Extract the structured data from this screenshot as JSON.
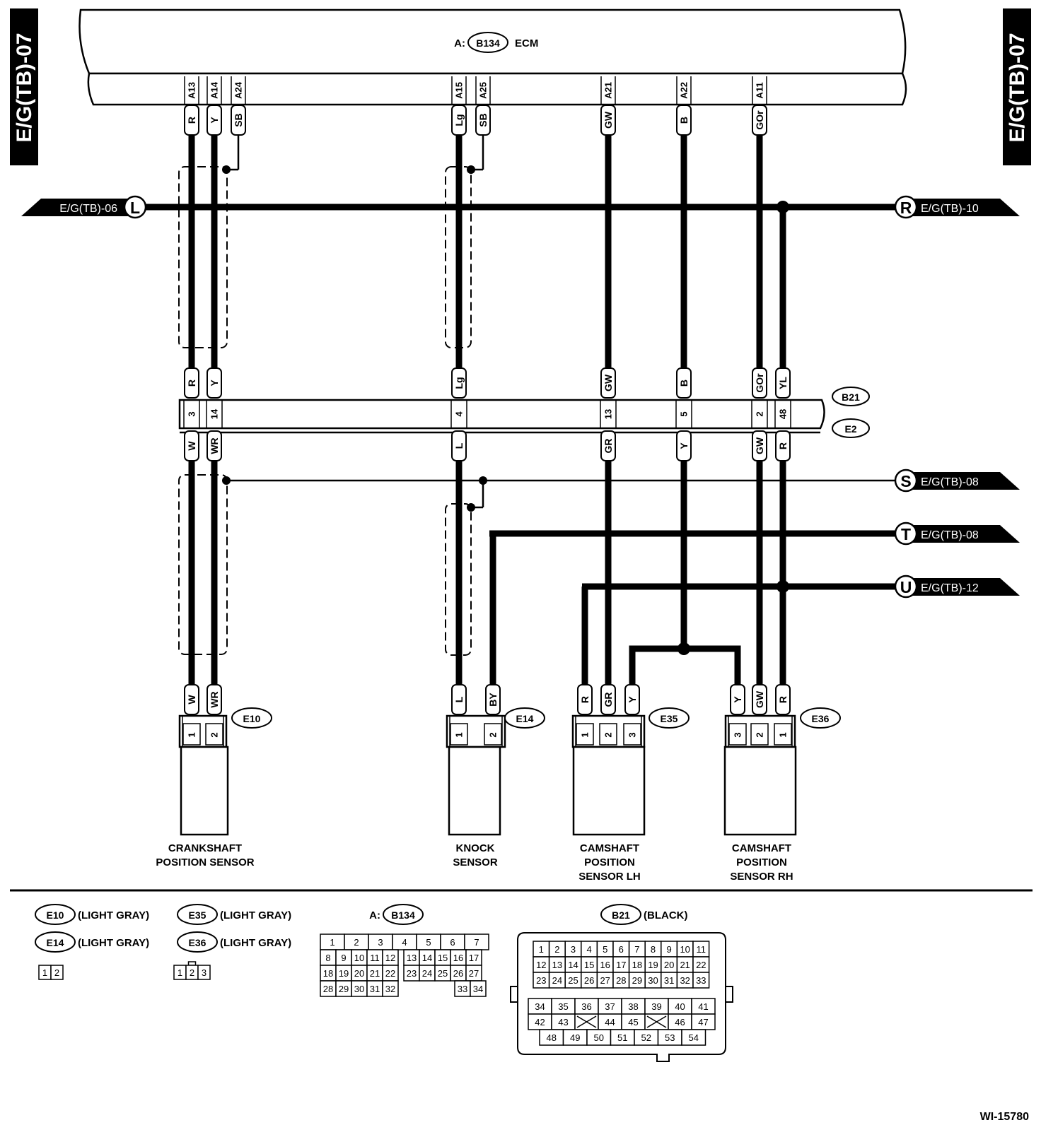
{
  "page_tag": "E/G(TB)-07",
  "ecm": {
    "prefix": "A:",
    "connector": "B134",
    "name": "ECM",
    "pins": [
      "A13",
      "A14",
      "A24",
      "A15",
      "A25",
      "A21",
      "A22",
      "A11"
    ],
    "wires": [
      "R",
      "Y",
      "SB",
      "Lg",
      "SB",
      "GW",
      "B",
      "GOr"
    ]
  },
  "refs": {
    "L": {
      "letter": "L",
      "label": "E/G(TB)-06"
    },
    "R": {
      "letter": "R",
      "label": "E/G(TB)-10"
    },
    "S": {
      "letter": "S",
      "label": "E/G(TB)-08"
    },
    "T": {
      "letter": "T",
      "label": "E/G(TB)-08"
    },
    "U": {
      "letter": "U",
      "label": "E/G(TB)-12"
    }
  },
  "joint": {
    "upper_name": "B21",
    "lower_name": "E2",
    "upper_wires": [
      "R",
      "Y",
      "Lg",
      "GW",
      "B",
      "GOr",
      "YL"
    ],
    "pins": [
      "3",
      "14",
      "4",
      "13",
      "5",
      "2",
      "48"
    ],
    "lower_wires": [
      "W",
      "WR",
      "L",
      "GR",
      "Y",
      "GW",
      "R"
    ]
  },
  "sensors": {
    "e10": {
      "name": "E10",
      "wires": [
        "W",
        "WR"
      ],
      "pins": [
        "1",
        "2"
      ],
      "label1": "CRANKSHAFT",
      "label2": "POSITION SENSOR"
    },
    "e14": {
      "name": "E14",
      "wires": [
        "L",
        "BY"
      ],
      "pins": [
        "1",
        "2"
      ],
      "label1": "KNOCK",
      "label2": "SENSOR"
    },
    "e35": {
      "name": "E35",
      "wires": [
        "R",
        "GR",
        "Y"
      ],
      "pins": [
        "1",
        "2",
        "3"
      ],
      "label1": "CAMSHAFT",
      "label2": "POSITION",
      "label3": "SENSOR LH"
    },
    "e36": {
      "name": "E36",
      "wires": [
        "Y",
        "GW",
        "R"
      ],
      "pins": [
        "3",
        "2",
        "1"
      ],
      "label1": "CAMSHAFT",
      "label2": "POSITION",
      "label3": "SENSOR RH"
    }
  },
  "legend": {
    "e10": {
      "name": "E10",
      "desc": "(LIGHT GRAY)"
    },
    "e35": {
      "name": "E35",
      "desc": "(LIGHT GRAY)"
    },
    "e14": {
      "name": "E14",
      "desc": "(LIGHT GRAY)"
    },
    "e36": {
      "name": "E36",
      "desc": "(LIGHT GRAY)"
    },
    "two_pin": [
      "1",
      "2"
    ],
    "three_pin": [
      "1",
      "2",
      "3"
    ],
    "b134": {
      "prefix": "A:",
      "name": "B134",
      "rows": [
        [
          "1",
          "2",
          "3",
          "4",
          "5",
          "6",
          "7"
        ],
        [
          "8",
          "9",
          "10",
          "11",
          "12",
          "13",
          "14",
          "15",
          "16",
          "17"
        ],
        [
          "18",
          "19",
          "20",
          "21",
          "22",
          "23",
          "24",
          "25",
          "26",
          "27"
        ],
        [
          "28",
          "29",
          "30",
          "31",
          "32",
          "33",
          "34"
        ]
      ]
    },
    "b21": {
      "name": "B21",
      "desc": "(BLACK)",
      "rows": [
        [
          "1",
          "2",
          "3",
          "4",
          "5",
          "6",
          "7",
          "8",
          "9",
          "10",
          "11"
        ],
        [
          "12",
          "13",
          "14",
          "15",
          "16",
          "17",
          "18",
          "19",
          "20",
          "21",
          "22"
        ],
        [
          "23",
          "24",
          "25",
          "26",
          "27",
          "28",
          "29",
          "30",
          "31",
          "32",
          "33"
        ],
        [
          "34",
          "35",
          "36",
          "37",
          "38",
          "39",
          "40",
          "41"
        ],
        [
          "42",
          "43",
          "",
          "44",
          "45",
          "",
          "46",
          "47"
        ],
        [
          "48",
          "49",
          "50",
          "51",
          "52",
          "53",
          "54"
        ]
      ]
    }
  },
  "code": "WI-15780"
}
